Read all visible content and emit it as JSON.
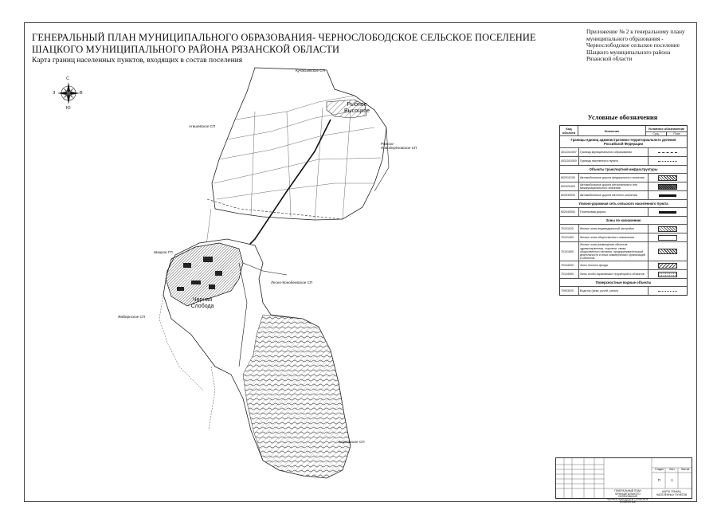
{
  "header": {
    "title": "ГЕНЕРАЛЬНЫЙ ПЛАН МУНИЦИПАЛЬНОГО ОБРАЗОВАНИЯ- ЧЕРНОСЛОБОДСКОЕ СЕЛЬСКОЕ ПОСЕЛЕНИЕ ШАЦКОГО МУНИЦИПАЛЬНОГО РАЙОНА РЯЗАНСКОЙ ОБЛАСТИ",
    "subtitle": "Карта границ населенных пунктов, входящих в состав поселения",
    "appendix": "Приложение № 2 к генеральному плану муниципального образования - Чернослободское сельское поселение Шацкого муниципального района Рязанской области"
  },
  "compass": {
    "north": "С",
    "south": "Ю",
    "west": "З",
    "east": "В"
  },
  "map_labels": {
    "kuchasyevskoe": "Кучасьевское СП",
    "lesnoe": "Агишевское СП",
    "rubetsk": "Ряжско-Новоберёзовское СП",
    "shatskoe": "Шацкое ГП",
    "pamanovskoe": "Лесно-Конобеевское СП",
    "ostrovskoe": "Ямбирнское СП",
    "borkovskoe": "Борковское СП",
    "town_north": "Рыбное\nВысоцкое",
    "town_south": "Черная\nСлобода"
  },
  "legend": {
    "title": "Условные обозначения",
    "col_code": "Код объекта",
    "col_name": "Значение",
    "col_symbol": "Условное обозначение",
    "col_exist": "Сущ.",
    "col_plan": "План",
    "sections": [
      {
        "title": "Границы единиц административно-территориального деления Российской Федерации",
        "rows": [
          {
            "code": "4011010007",
            "name": "Граница муниципального образования",
            "swatch": "dash"
          },
          {
            "code": "4011010000",
            "name": "Граница населенного пункта",
            "swatch": "dashdot"
          }
        ]
      },
      {
        "title": "Объекты транспортной инфраструктуры",
        "rows": [
          {
            "code": "602010100",
            "name": "Автомобильные дороги федерального значения",
            "swatch": "hatch"
          },
          {
            "code": "602020400",
            "name": "Автомобильные дороги регионального или межмуниципального значения",
            "swatch": "dense"
          },
          {
            "code": "602030000",
            "name": "Автомобильные дороги местного значения",
            "swatch": "solid"
          }
        ]
      },
      {
        "title": "Улично-дорожная сеть сельского населенного пункта",
        "rows": [
          {
            "code": "602040000",
            "name": "Поселковая дорога",
            "swatch": "solid"
          }
        ]
      },
      {
        "title": "Зоны по назначению",
        "rows": [
          {
            "code": "70101100",
            "name": "Жилые зоны индивидуальной застройки",
            "swatch": "cross"
          },
          {
            "code": "70101400",
            "name": "Жилые зоны общественного назначения",
            "swatch": "empty"
          },
          {
            "code": "70101500",
            "name": "Жилые зоны размещения объектов здравоохранения, торговли, связи, общественного питания, предпринимательской деятельности и иных коммерческих организаций и объектов",
            "swatch": "hatch"
          },
          {
            "code": "70104000",
            "name": "Зоны лесного фонда",
            "swatch": "wave"
          },
          {
            "code": "70104900",
            "name": "Зоны особо охраняемых территорий и объектов",
            "swatch": "dots"
          }
        ]
      },
      {
        "title": "Поверхностные водные объекты",
        "rows": [
          {
            "code": "70903020",
            "name": "Водоток (река, ручей, канал)",
            "swatch": "dashdot"
          }
        ]
      }
    ]
  },
  "stamp": {
    "text_left": "ГЕНЕРАЛЬНЫЙ ПЛАН МУНИЦИПАЛЬНОГО ОБРАЗОВАНИЯ ЧЕРНОСЛОБОДСКОЕ СЕЛЬСКОЕ ПОСЕЛЕНИЕ",
    "text_right": "КАРТА ГРАНИЦ НАСЕЛЕННЫХ ПУНКТОВ",
    "stage": "Стадия",
    "sheet": "Лист",
    "sheets": "Листов",
    "stage_val": "П",
    "sheet_val": "1"
  }
}
